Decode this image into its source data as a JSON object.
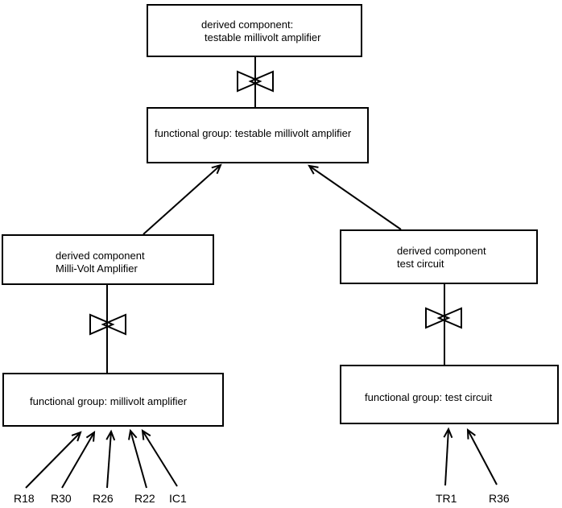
{
  "diagram": {
    "background_color": "#ffffff",
    "line_color": "#000000",
    "text_color": "#000000",
    "icons": {
      "decomposition_symbol": "bowtie-icon"
    },
    "nodes": {
      "top_derived": {
        "line1": "derived component:",
        "line2": "testable millivolt amplifier"
      },
      "top_functional": {
        "label": "functional group: testable millivolt amplifier"
      },
      "left_derived": {
        "line1": "derived component",
        "line2": "Milli-Volt Amplifier"
      },
      "left_functional": {
        "label": "functional group: millivolt amplifier"
      },
      "right_derived": {
        "line1": "derived component",
        "line2": "test circuit"
      },
      "right_functional": {
        "label": "functional group: test circuit"
      }
    },
    "components": {
      "left": [
        "R18",
        "R30",
        "R26",
        "R22",
        "IC1"
      ],
      "right": [
        "TR1",
        "R36"
      ]
    }
  }
}
